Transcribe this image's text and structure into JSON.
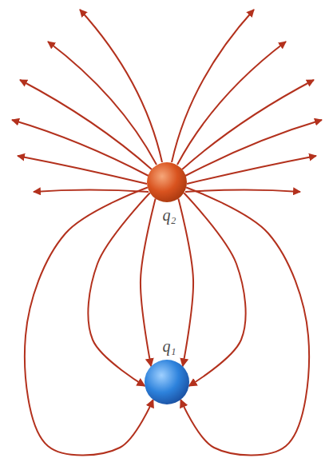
{
  "diagram": {
    "nodes": [
      {
        "text": [
          "q₂"
        ]
      },
      {
        "text": [
          "q₁"
        ]
      }
    ],
    "edges": [
      {
        "from": 0,
        "to": 1,
        "arrow": "to"
      },
      {
        "from": 0,
        "to": 1,
        "arrow": "to"
      },
      {
        "from": 0,
        "to": 1,
        "arrow": "to"
      },
      {
        "from": 0,
        "to": 1,
        "arrow": "to"
      },
      {
        "from": 0,
        "to": 1,
        "arrow": "to"
      },
      {
        "from": 0,
        "to": 1,
        "arrow": "to"
      }
    ]
  }
}
